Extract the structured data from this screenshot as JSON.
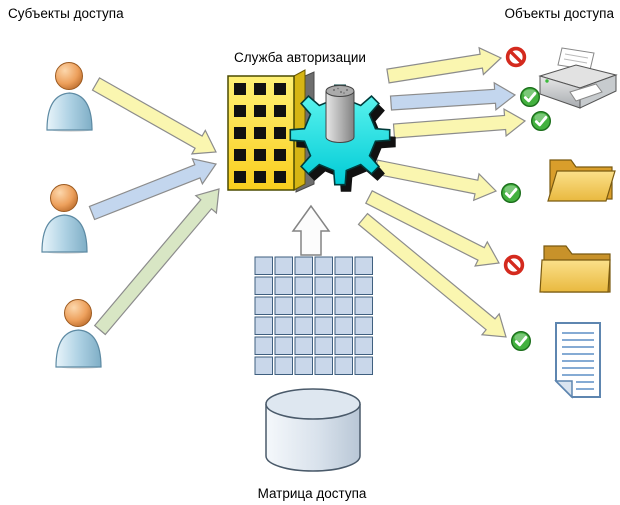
{
  "labels": {
    "subjects_title": "Субъекты доступа",
    "objects_title": "Объекты доступа",
    "service_label": "Служба авторизации",
    "matrix_label": "Матрица доступа"
  },
  "colors": {
    "arrow_yellow": "#FAF6B0",
    "arrow_blue": "#C3D6EE",
    "arrow_green": "#D8E6C4",
    "arrow_stroke": "#8C8C8C",
    "allow_green": "#43B13F",
    "deny_red": "#D42A1E",
    "gear_cyan": "#00E0E8",
    "building_yellow": "#FFEE58",
    "folder_gold": "#E9B93F",
    "matrix_cell_blue": "#C9D7EA"
  },
  "subjects": [
    {
      "id": "user-1",
      "icon": "person-icon"
    },
    {
      "id": "user-2",
      "icon": "person-icon"
    },
    {
      "id": "user-3",
      "icon": "person-icon"
    }
  ],
  "service": {
    "id": "authorization-service",
    "icons": [
      "building-icon",
      "gear-icon"
    ]
  },
  "matrix": {
    "id": "access-matrix",
    "icons": [
      "matrix-grid-icon",
      "database-icon"
    ]
  },
  "objects": [
    {
      "id": "printer",
      "icon": "printer-icon"
    },
    {
      "id": "folder-1",
      "icon": "open-folder-icon"
    },
    {
      "id": "folder-2",
      "icon": "folder-icon"
    },
    {
      "id": "document",
      "icon": "document-icon"
    }
  ],
  "requests": [
    {
      "from": "user-1",
      "to": "authorization-service",
      "color": "yellow"
    },
    {
      "from": "user-2",
      "to": "authorization-service",
      "color": "blue"
    },
    {
      "from": "user-3",
      "to": "authorization-service",
      "color": "green"
    }
  ],
  "decisions": [
    {
      "from": "authorization-service",
      "to": "printer",
      "color": "yellow",
      "result": "deny"
    },
    {
      "from": "authorization-service",
      "to": "printer",
      "color": "blue",
      "result": "allow"
    },
    {
      "from": "authorization-service",
      "to": "printer",
      "color": "yellow",
      "result": "allow"
    },
    {
      "from": "authorization-service",
      "to": "folder-1",
      "color": "yellow",
      "result": "allow"
    },
    {
      "from": "authorization-service",
      "to": "folder-2",
      "color": "yellow",
      "result": "deny"
    },
    {
      "from": "authorization-service",
      "to": "document",
      "color": "yellow",
      "result": "allow"
    }
  ]
}
